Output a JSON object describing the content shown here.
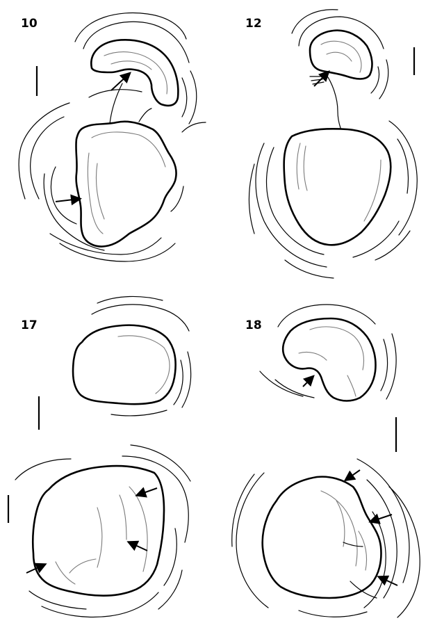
{
  "panels": [
    {
      "id": "p10",
      "label": "10"
    },
    {
      "id": "p12",
      "label": "12"
    },
    {
      "id": "p17",
      "label": "17"
    },
    {
      "id": "p18",
      "label": "18"
    }
  ],
  "colors": {
    "background": "#ffffff",
    "outline": "#000000",
    "inner_lines": "#7a7a7a"
  }
}
